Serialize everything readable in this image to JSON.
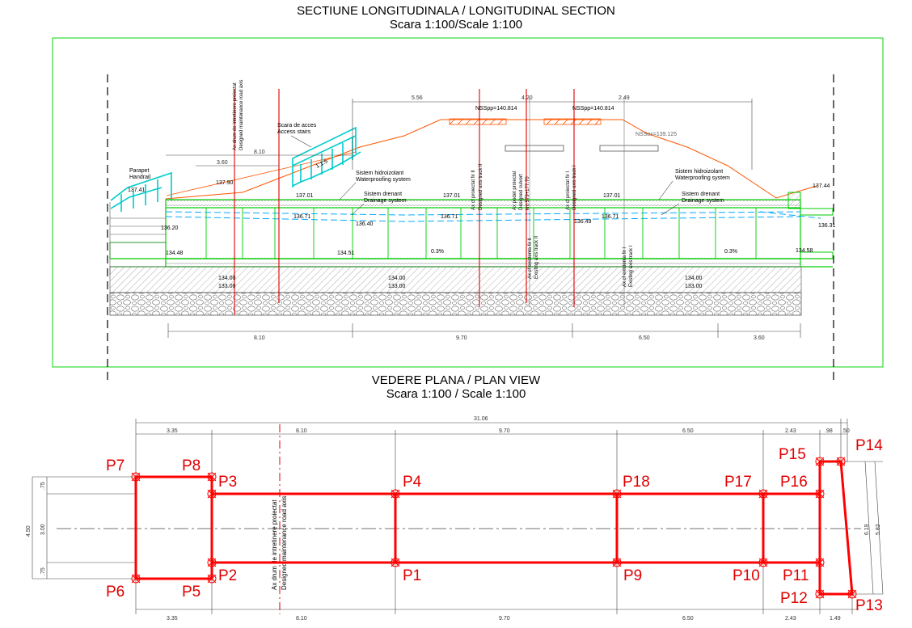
{
  "section": {
    "title": "SECTIUNE LONGITUDINALA / LONGITUDINAL SECTION",
    "scale": "Scara 1:100/Scale 1:100",
    "top_dims": [
      "5.56",
      "4.20",
      "2.49",
      "8.10",
      "3.60"
    ],
    "bottom_dims": [
      "8.10",
      "9.70",
      "6.50",
      "3.60"
    ],
    "axis_labels": [
      "Ax drum de intretinere proiectat",
      "Designed maintenance road axis",
      "Ax cf proiectat fir II",
      "Designed axis track II",
      "Ax podet proiectat",
      "Designed culvert",
      "km 579+177.70",
      "Ax cf existenta fir II",
      "Existing axis track II",
      "Ax cf proiectat fir I",
      "Designed axis track I",
      "Ax cf existenta fir I",
      "Existing axis track I"
    ],
    "notes": {
      "parapet": "Parapet",
      "handrail": "Handrail",
      "stairs_ro": "Scara de acces",
      "stairs_en": "Access stairs",
      "stair_slope": "1:1.5",
      "waterproof_ro": "Sistem hidroizolant",
      "waterproof_en": "Waterproofing system",
      "drain_ro": "Sistem drenant",
      "drain_en": "Drainage system",
      "slope": "0.3%",
      "nss1": "NSSpp=140.814",
      "nss2": "NSSpp=140.814",
      "nss3": "NSSex=139.125"
    },
    "levels": {
      "l137_41": "137.41",
      "l137_90": "137.90",
      "l137_01a": "137.01",
      "l137_01b": "137.01",
      "l137_01c": "137.01",
      "l137_44": "137.44",
      "l136_71a": "136.71",
      "l136_40": "136.40",
      "l136_71b": "136.71",
      "l136_49": "136.49",
      "l136_71c": "136.71",
      "l136_31": "136.31",
      "l136_20": "136.20",
      "l134_48": "134.48",
      "l134_51": "134.51",
      "l134_58": "134.58",
      "l134_00a": "134.00",
      "l133_00a": "133.00",
      "l134_00b": "134.00",
      "l133_00b": "133.00",
      "l134_00c": "134.00",
      "l133_00c": "133.00"
    }
  },
  "plan": {
    "title": "VEDERE PLANA / PLAN VIEW",
    "scale": "Scara 1:100 / Scale 1:100",
    "total_dim": "31.06",
    "top_dims": [
      "3.35",
      "8.10",
      "9.70",
      "6.50",
      "2.43",
      ".98",
      ".50"
    ],
    "bottom_dims": [
      "3.35",
      "8.10",
      "9.70",
      "6.50",
      "2.43",
      "1.49"
    ],
    "left_dims": [
      "4.50",
      ".75",
      "3.00",
      ".75"
    ],
    "right_dims": [
      "6.19",
      "5.82"
    ],
    "axis_ro": "Ax drum de intretinere proiectat",
    "axis_en": "Designed maintenance road axis",
    "points": [
      "P1",
      "P2",
      "P3",
      "P4",
      "P5",
      "P6",
      "P7",
      "P8",
      "P9",
      "P10",
      "P11",
      "P12",
      "P13",
      "P14",
      "P15",
      "P16",
      "P17",
      "P18"
    ]
  },
  "colors": {
    "frame": "#33dd33",
    "concrete": "#00cc00",
    "axis": "#e00000",
    "embankment": "#ff5500",
    "stairs": "#00cccc",
    "water": "#00aaff",
    "outline": "#ff0000"
  }
}
